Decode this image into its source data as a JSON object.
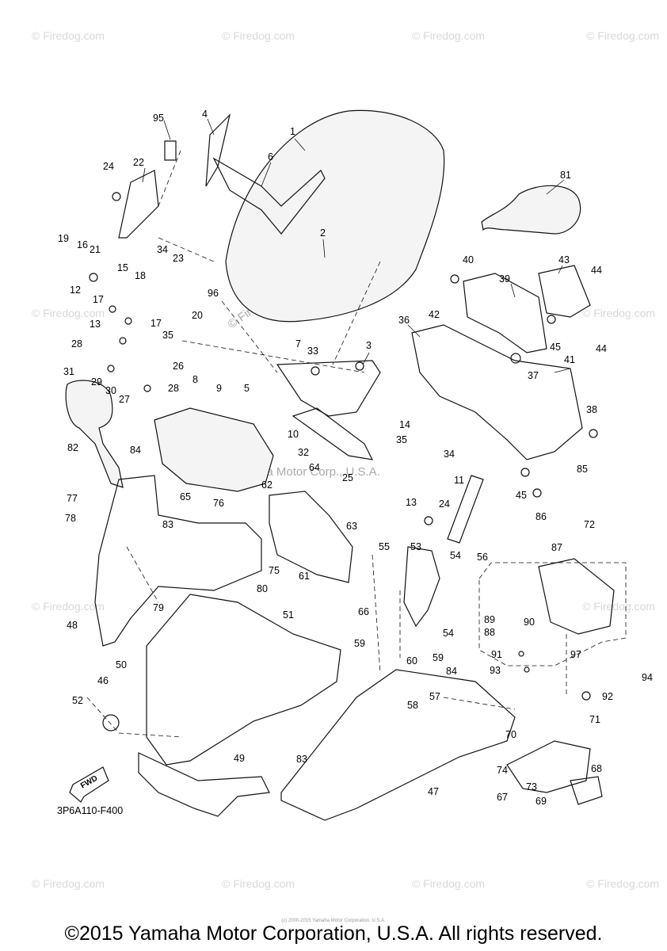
{
  "watermark": "© Firedog.com",
  "watermark_center": "Yamaha Motor Corp., U.S.A.",
  "diagram_code": "3P6A110-F400",
  "fwd_label": "FWD",
  "fine_print": "(c) 2000-2015 Yamaha Motor Corporation, U.S.A.",
  "copyright": "©2015 Yamaha Motor Corporation, U.S.A. All rights reserved.",
  "callouts": [
    "1",
    "2",
    "3",
    "4",
    "5",
    "6",
    "7",
    "8",
    "9",
    "10",
    "11",
    "12",
    "13",
    "13",
    "14",
    "15",
    "16",
    "17",
    "17",
    "18",
    "19",
    "20",
    "21",
    "22",
    "23",
    "24",
    "24",
    "25",
    "26",
    "27",
    "28",
    "28",
    "29",
    "30",
    "31",
    "32",
    "33",
    "34",
    "34",
    "35",
    "35",
    "36",
    "37",
    "38",
    "39",
    "40",
    "41",
    "42",
    "43",
    "44",
    "44",
    "45",
    "45",
    "46",
    "47",
    "48",
    "49",
    "50",
    "51",
    "52",
    "53",
    "54",
    "54",
    "55",
    "56",
    "57",
    "58",
    "59",
    "59",
    "60",
    "61",
    "62",
    "63",
    "64",
    "65",
    "66",
    "67",
    "68",
    "69",
    "70",
    "71",
    "72",
    "73",
    "74",
    "75",
    "76",
    "77",
    "78",
    "79",
    "80",
    "81",
    "82",
    "83",
    "83",
    "84",
    "84",
    "85",
    "86",
    "87",
    "88",
    "89",
    "90",
    "91",
    "92",
    "93",
    "94",
    "95",
    "96",
    "97"
  ]
}
